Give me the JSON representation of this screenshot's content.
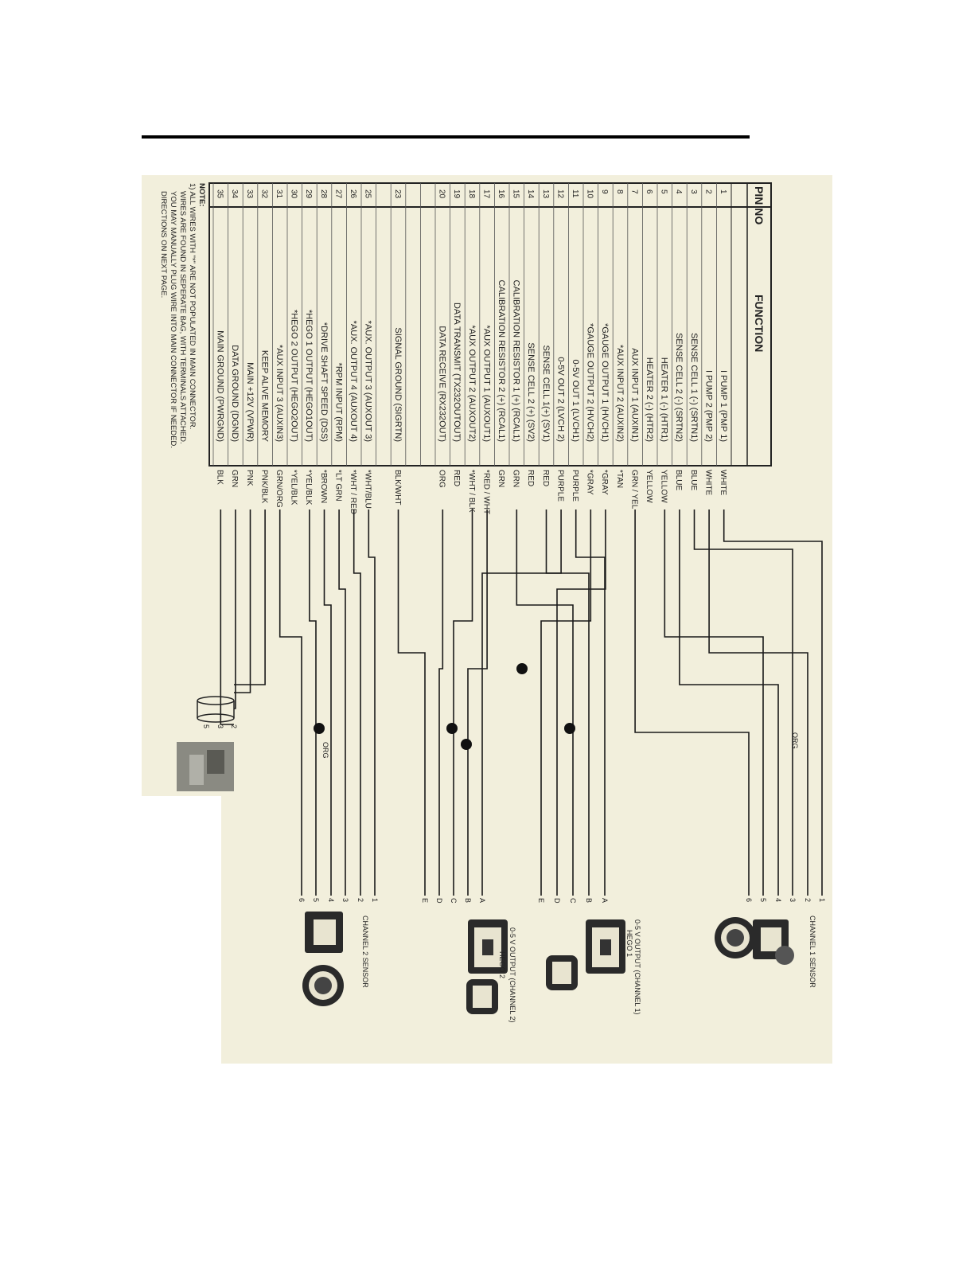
{
  "table": {
    "header_pin": "PIN NO",
    "header_function": "FUNCTION",
    "rows": [
      {
        "pin": "1",
        "function": "I PUMP 1 (PMP 1)",
        "color": "WHITE"
      },
      {
        "pin": "2",
        "function": "I PUMP 2 (PMP 2)",
        "color": "WHITE"
      },
      {
        "pin": "3",
        "function": "SENSE CELL 1 (-) (SRTN1)",
        "color": "BLUE"
      },
      {
        "pin": "4",
        "function": "SENSE CELL 2 (-) (SRTN2)",
        "color": "BLUE"
      },
      {
        "pin": "5",
        "function": "HEATER 1 (-) (HTR1)",
        "color": "YELLOW"
      },
      {
        "pin": "6",
        "function": "HEATER 2 (-) (HTR2)",
        "color": "YELLOW"
      },
      {
        "pin": "7",
        "function": "AUX INPUT 1 (AUXIN1)",
        "color": "GRN / YEL"
      },
      {
        "pin": "8",
        "function": "*AUX INPUT 2 (AUXIN2)",
        "color": "*TAN"
      },
      {
        "pin": "9",
        "function": "*GAUGE OUTPUT 1 (HVCH1)",
        "color": "*GRAY"
      },
      {
        "pin": "10",
        "function": "*GAUGE OUTPUT 2 (HVCH2)",
        "color": "*GRAY"
      },
      {
        "pin": "11",
        "function": "0-5V OUT 1 (LVCH1)",
        "color": "PURPLE"
      },
      {
        "pin": "12",
        "function": "0-5V OUT 2 (LVCH 2)",
        "color": "PURPLE"
      },
      {
        "pin": "13",
        "function": "SENSE CELL 1(+) (SV1)",
        "color": "RED"
      },
      {
        "pin": "14",
        "function": "SENSE CELL 2 (+) (SV2)",
        "color": "RED"
      },
      {
        "pin": "15",
        "function": "CALIBRATION RESISTOR 1 (+) (RCAL1)",
        "color": "GRN"
      },
      {
        "pin": "16",
        "function": "CALIBRATION RESISTOR 2 (+) (RCAL1)",
        "color": "GRN"
      },
      {
        "pin": "17",
        "function": "*AUX OUTPUT 1 (AUXOUT1)",
        "color": "*RED / WHT"
      },
      {
        "pin": "18",
        "function": "*AUX OUTPUT 2 (AUXOUT2)",
        "color": "*WHT / BLK"
      },
      {
        "pin": "19",
        "function": "DATA TRANSMIT (TX232OUTOUT)",
        "color": "RED"
      },
      {
        "pin": "20",
        "function": "DATA RECEIVE (RX232OUT)",
        "color": "ORG"
      },
      {
        "pin": "",
        "function": "",
        "color": ""
      },
      {
        "pin": "",
        "function": "",
        "color": ""
      },
      {
        "pin": "23",
        "function": "SIGNAL GROUND (SIGRTN)",
        "color": "BLK/WHT"
      },
      {
        "pin": "",
        "function": "",
        "color": ""
      },
      {
        "pin": "25",
        "function": "*AUX. OUTPUT 3 (AUXOUT 3)",
        "color": "*WHT/BLU"
      },
      {
        "pin": "26",
        "function": "*AUX. OUTPUT 4 (AUXOUT 4)",
        "color": "*WHT / RED"
      },
      {
        "pin": "27",
        "function": "*RPM INPUT (RPM)",
        "color": "*LT GRN"
      },
      {
        "pin": "28",
        "function": "*DRIVE SHAFT SPEED (DSS)",
        "color": "*BROWN"
      },
      {
        "pin": "29",
        "function": "*HEGO 1 OUTPUT (HEGO1OUT)",
        "color": "*YEL/BLK"
      },
      {
        "pin": "30",
        "function": "*HEGO 2 OUTPUT (HEGO2OUT)",
        "color": "*YEL/BLK"
      },
      {
        "pin": "31",
        "function": "*AUX INPUT 3 (AUXIN3)",
        "color": "GRN/ORG"
      },
      {
        "pin": "32",
        "function": "KEEP ALIVE MEMORY",
        "color": "PNK/BLK"
      },
      {
        "pin": "33",
        "function": "MAIN +12V (VPWR)",
        "color": "PNK"
      },
      {
        "pin": "34",
        "function": "DATA GROUND (DGND)",
        "color": "GRN"
      },
      {
        "pin": "35",
        "function": "MAIN GROUND (PWRGND)",
        "color": "BLK"
      }
    ]
  },
  "note": {
    "title": "NOTE:",
    "lines": [
      "1) ALL WIRES WITH \"*\" ARE NOT POPULATED IN MAIN CONNECTOR.",
      "WIRES ARE FOUND IN SEPERATE BAG, WITH TERMINALS ATTACHED.",
      "YOU MAY MANUALLY PLUG WIRE INTO MAIN CONNECTOR IF NEEDED.",
      "DIRECTIONS ON NEXT PAGE."
    ]
  },
  "labels": {
    "org_top": "ORG",
    "org_bottom": "ORG",
    "channel1": "CHANNEL 1 SENSOR",
    "out1_a": "0-5 V OUTPUT (CHANNEL 1)",
    "out1_b": "HEGO 1",
    "out2_a": "0-5 V OUTPUT (CHANNEL 2)",
    "out2_b": "HEGO 2",
    "channel2": "CHANNEL 2 SENSOR"
  },
  "connectors": {
    "ch1_pins": [
      "1",
      "2",
      "3",
      "4",
      "5",
      "6"
    ],
    "out1_pins": [
      "A",
      "B",
      "C",
      "D",
      "E"
    ],
    "out2_pins": [
      "A",
      "B",
      "C",
      "D",
      "E"
    ],
    "ch2_pins": [
      "1",
      "2",
      "3",
      "4",
      "5",
      "6"
    ],
    "serial_pins": [
      "2",
      "3",
      "5"
    ]
  },
  "colors": {
    "paper": "#f2efdc",
    "ink": "#1a1a1a"
  }
}
